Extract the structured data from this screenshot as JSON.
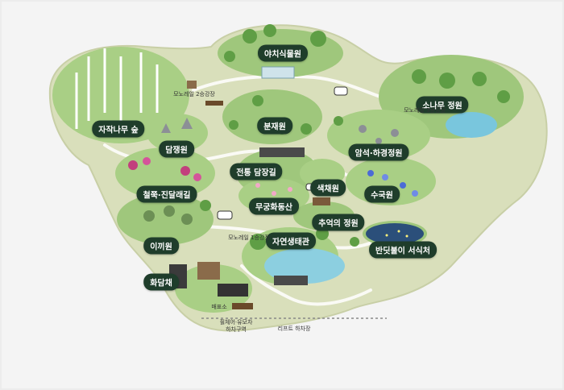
{
  "gardens": {
    "wild_plants": "야치식물원",
    "birch_forest": "자작나무 숲",
    "bonsai": "분재원",
    "pine": "소나무 정원",
    "moss_stone_wall": "담쟁원",
    "rock_garden": "암석·하경정원",
    "traditional_wall": "전통 담장길",
    "color_garden": "색채원",
    "royal_azalea": "철쭉·진달래길",
    "chrysanthemum": "수국원",
    "mugunghwa": "무궁화동산",
    "memory_garden": "추억의 정원",
    "moss": "이끼원",
    "ecology_hall": "자연생태관",
    "firefly": "반딧불이 서식처",
    "greenhouse": "화담채"
  },
  "stations": {
    "monorail_2": "모노레일 2승강장",
    "monorail_3": "모노레일 3승강장",
    "monorail_1": "모노레일 1승강장",
    "cafe": "매표소",
    "wheelchair_stroller": "휠체어·유모차",
    "wheelchair_area": "하차구역",
    "lift_dropoff": "리프트 하차장"
  }
}
